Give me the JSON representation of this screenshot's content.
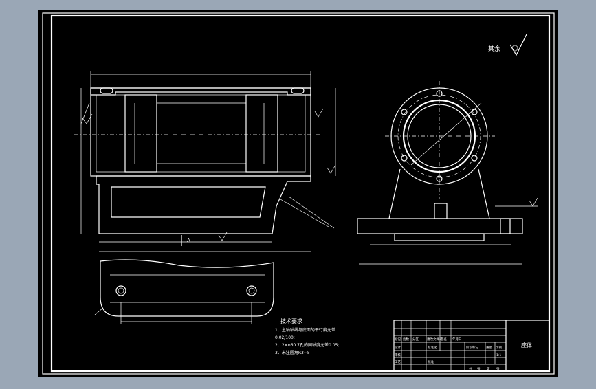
{
  "drawing": {
    "roughness_label": "其余",
    "section_label": "A",
    "notes": {
      "heading": "技术要求",
      "items": [
        "1、主轴轴线与底面的平行度允差",
        "0.02/100;",
        "2、2×φ60.7孔的同轴度允差0.05;",
        "3、未注圆角R3~5"
      ]
    },
    "title_block": {
      "part_name": "座体",
      "cells": [
        "标记",
        "处数",
        "分区",
        "更改文件号",
        "签名",
        "年月日",
        "设计",
        "标准化",
        "阶段标记",
        "重量",
        "比例",
        "1:1",
        "审核",
        "工艺",
        "批准",
        "共",
        "张",
        "第",
        "张"
      ]
    }
  },
  "colors": {
    "sheet": "#000000",
    "surround": "#9aa7b6",
    "line": "#ffffff"
  }
}
